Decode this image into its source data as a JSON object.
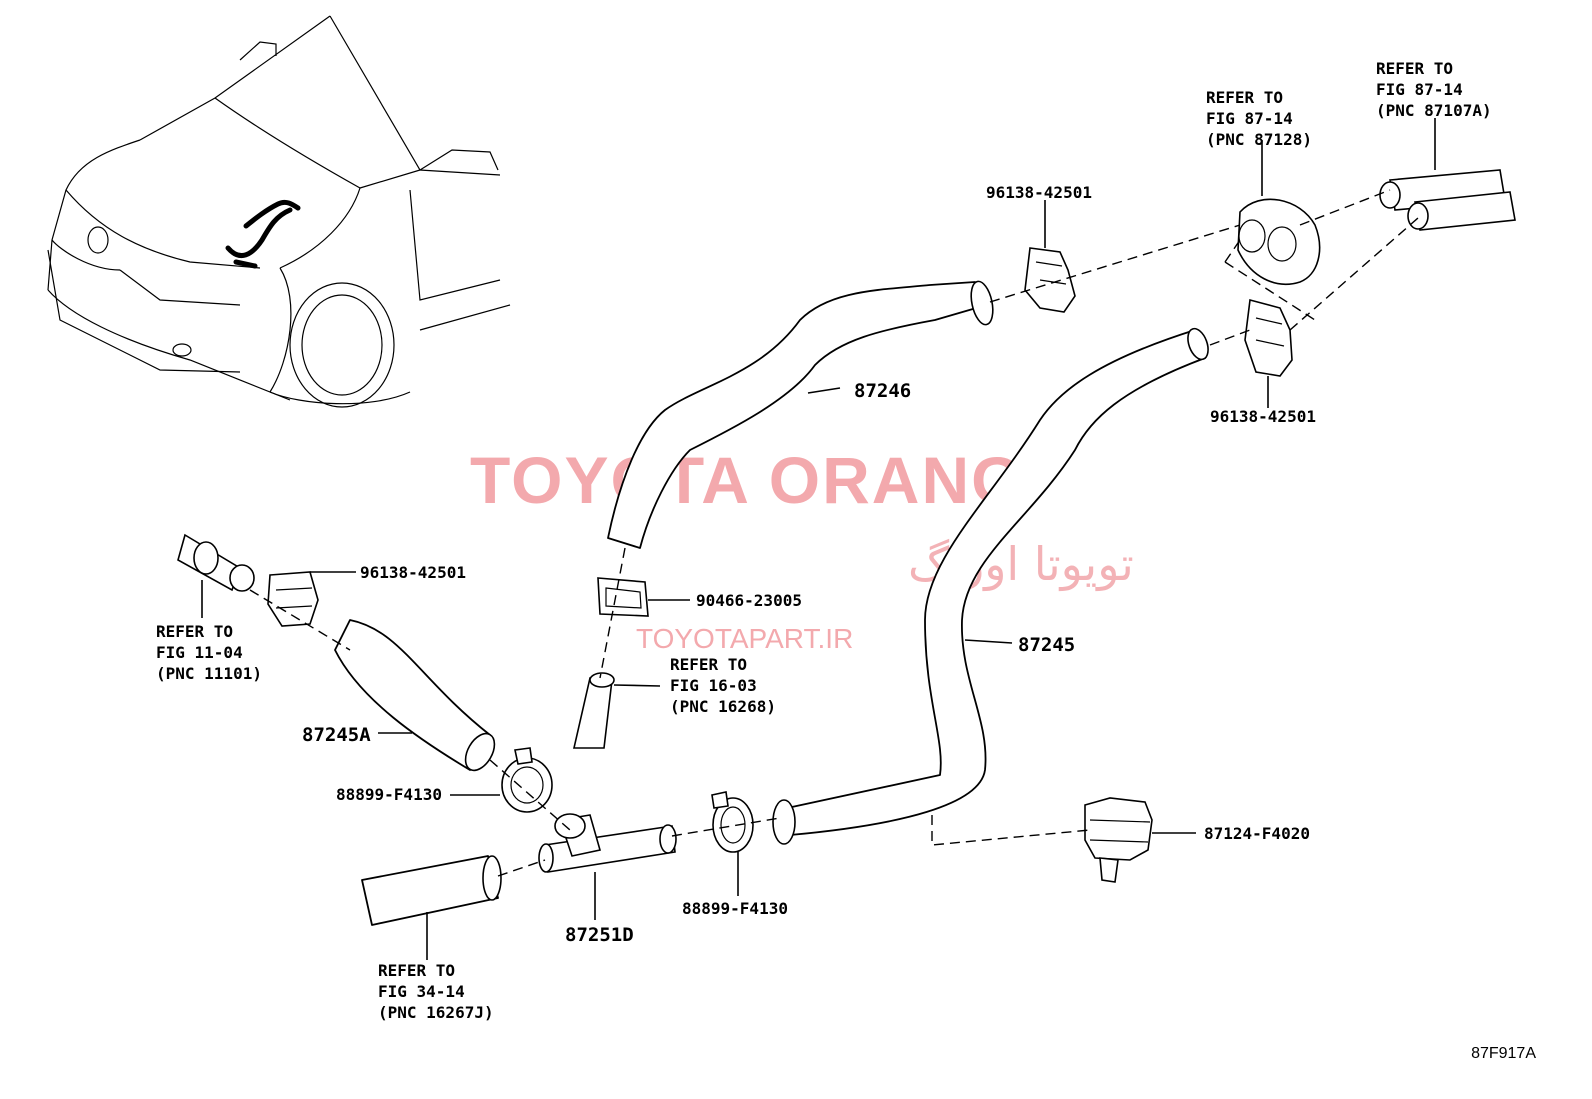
{
  "diagram": {
    "figure_code": "87F917A",
    "watermark": {
      "brand": "TOYOTA ORANG",
      "brand_fa": "تویوتا اورنگ",
      "url": "TOYOTAPART.IR"
    },
    "parts": {
      "p87246": "87246",
      "p87245": "87245",
      "p87245a": "87245A",
      "p87251d": "87251D",
      "clamp_top": "96138-42501",
      "clamp_right": "96138-42501",
      "clamp_left": "96138-42501",
      "clip": "90466-23005",
      "clamp_f4130_left": "88899-F4130",
      "clamp_f4130_bottom": "88899-F4130",
      "valve": "87124-F4020"
    },
    "refs": {
      "ref_87128": [
        "REFER TO",
        "FIG 87-14",
        "(PNC 87128)"
      ],
      "ref_87107a": [
        "REFER TO",
        "FIG 87-14",
        "(PNC 87107A)"
      ],
      "ref_11101": [
        "REFER TO",
        "FIG 11-04",
        "(PNC 11101)"
      ],
      "ref_16268": [
        "REFER TO",
        "FIG 16-03",
        "(PNC 16268)"
      ],
      "ref_16267j": [
        "REFER TO",
        "FIG 34-14",
        "(PNC 16267J)"
      ]
    }
  }
}
